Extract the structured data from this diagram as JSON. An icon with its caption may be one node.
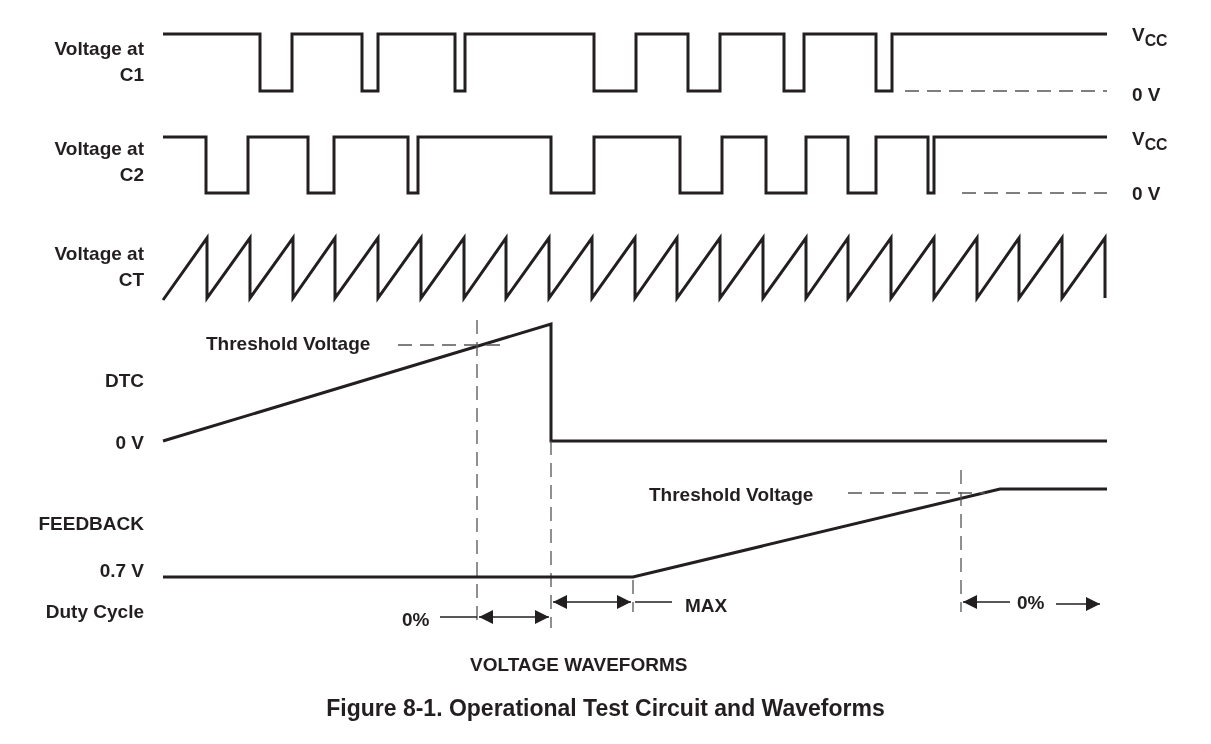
{
  "diagram": {
    "caption": "Figure 8-1. Operational Test Circuit and Waveforms",
    "labels": [
      "Voltage at C1",
      "V$_{CC}$",
      "0 V",
      "Voltage at C2",
      "V$_{CC}$",
      "0 V",
      "Voltage at CT",
      "Threshold Voltage",
      "DTC",
      "0 V",
      "Threshold Voltage",
      "FEEDBACK",
      "0.7 V",
      "Duty Cycle",
      "0%",
      "MAX",
      "0%",
      "VOLTAGE WAVEFORMS"
    ]
  }
}
